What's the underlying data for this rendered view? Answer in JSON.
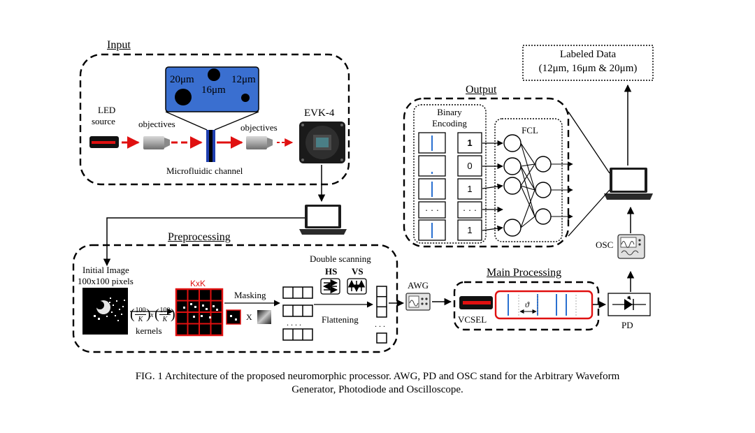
{
  "sections": {
    "input": "Input",
    "output": "Output",
    "preprocessing": "Preprocessing",
    "main_processing": "Main Processing"
  },
  "input": {
    "led_source": [
      "LED",
      "source"
    ],
    "objectives_left": "objectives",
    "objectives_right": "objectives",
    "evk": "EVK-4",
    "microfluidic_channel": "Microfluidic channel",
    "particle_sizes": [
      "20μm",
      "16μm",
      "12μm"
    ]
  },
  "labeled_data": [
    "Labeled Data",
    "(12μm, 16μm & 20μm)"
  ],
  "output": {
    "binary_encoding": [
      "Binary",
      "Encoding"
    ],
    "bits": [
      "1",
      "0",
      "1",
      "· · ·",
      "1"
    ],
    "dots": "· · ·",
    "fcl": "FCL"
  },
  "preprocessing": {
    "initial_image": [
      "Initial Image",
      "100x100 pixels"
    ],
    "kxk": "KxK",
    "masking": "Masking",
    "x_symbol": "X",
    "kernels_formula": [
      "100",
      "K",
      "x",
      "100",
      "K"
    ],
    "kernels": "kernels",
    "double_scanning": "Double scanning",
    "hs": "HS",
    "vs": "VS",
    "flattening": "Flattening",
    "dots": ". . . .",
    "dots_vertical": ". . ."
  },
  "main": {
    "awg": "AWG",
    "vcsel": "VCSEL",
    "theta": "ϑ",
    "pd": "PD",
    "osc": "OSC"
  },
  "caption": [
    "FIG. 1 Architecture of the proposed neuromorphic processor. AWG, PD and OSC stand for the Arbitrary Waveform",
    "Generator, Photodiode and Oscilloscope."
  ],
  "colors": {
    "chip_blue": "#3a6fd0",
    "beam_red": "#e01010",
    "channel_blue": "#1f3fb0",
    "spike_blue": "#2a70d0"
  }
}
